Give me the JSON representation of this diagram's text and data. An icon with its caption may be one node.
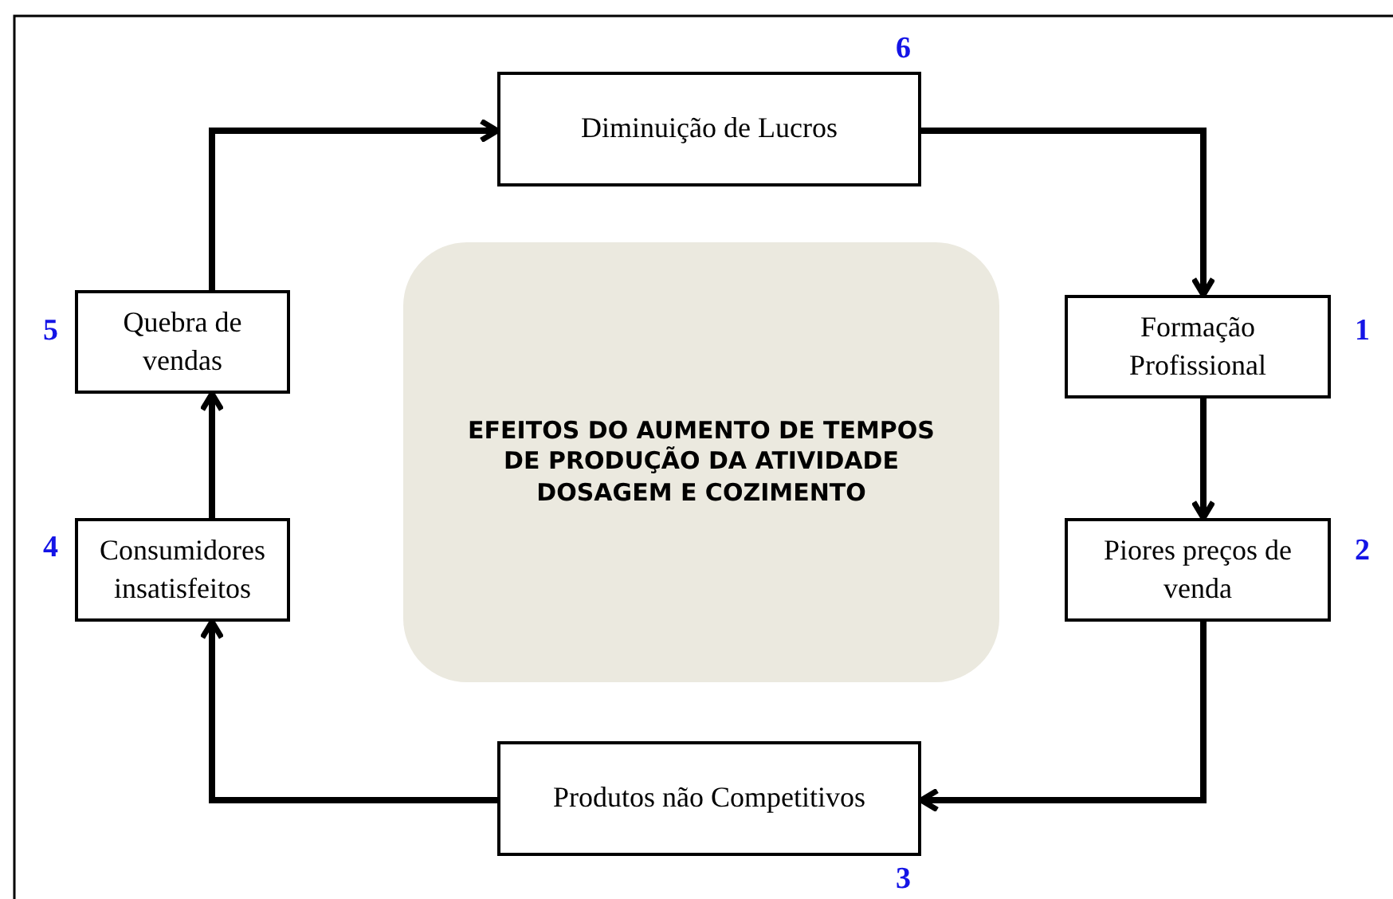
{
  "diagram": {
    "nodes": [
      {
        "text": [
          "Diminuição de Lucros"
        ],
        "beside": [
          "6"
        ]
      },
      {
        "text": [
          "Quebra de vendas"
        ],
        "beside": [
          "5"
        ]
      },
      {
        "text": [
          "EFEITOS DO AUMENTO DE TEMPOS DE PRODUÇÃO DA ATIVIDADE DOSAGEM E COZIMENTO"
        ]
      },
      {
        "text": [
          "Formação Profissional"
        ],
        "beside": [
          "1"
        ]
      },
      {
        "text": [
          "Consumidores insatisfeitos"
        ],
        "beside": [
          "4"
        ]
      },
      {
        "text": [
          "Piores preços de venda"
        ],
        "beside": [
          "2"
        ]
      },
      {
        "text": [
          "Produtos não Competitivos"
        ],
        "beside": [
          "3"
        ]
      }
    ],
    "edges": [
      {
        "from": 0,
        "to": 3,
        "arrow": "to"
      },
      {
        "from": 3,
        "to": 5,
        "arrow": "to"
      },
      {
        "from": 5,
        "to": 6,
        "arrow": "to"
      },
      {
        "from": 6,
        "to": 4,
        "arrow": "to"
      },
      {
        "from": 4,
        "to": 1,
        "arrow": "to"
      },
      {
        "from": 1,
        "to": 0,
        "arrow": "to"
      }
    ]
  }
}
